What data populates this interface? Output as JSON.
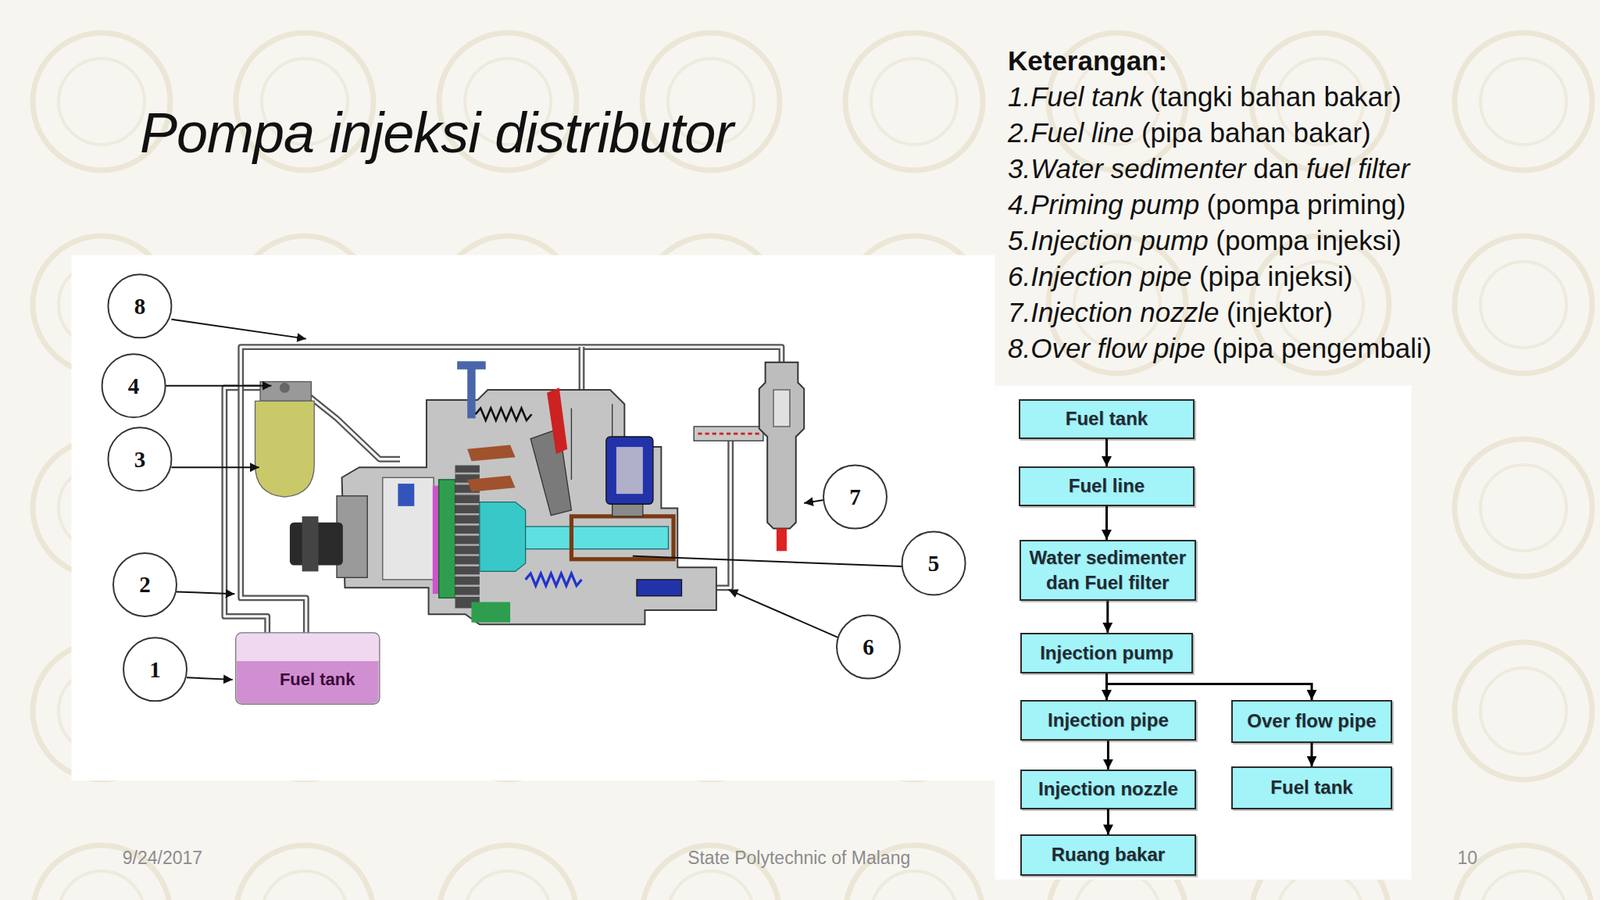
{
  "diagram": {
    "title": "Pompa injeksi distributor",
    "nodes": [
      {
        "text": [
          "Fuel tank"
        ]
      },
      {
        "text": [
          "Fuel line"
        ]
      },
      {
        "text": [
          "Water sedimenter dan Fuel filter"
        ]
      },
      {
        "text": [
          "Injection pump"
        ]
      },
      {
        "text": [
          "Injection pipe"
        ]
      },
      {
        "text": [
          "Over flow pipe"
        ]
      },
      {
        "text": [
          "Injection nozzle"
        ]
      },
      {
        "text": [
          "Fuel tank"
        ]
      },
      {
        "text": [
          "Ruang bakar"
        ]
      }
    ],
    "edges": [
      {
        "from": 0,
        "to": 1,
        "arrow": "to"
      },
      {
        "from": 1,
        "to": 2,
        "arrow": "to"
      },
      {
        "from": 2,
        "to": 3,
        "arrow": "to"
      },
      {
        "from": 3,
        "to": 4,
        "arrow": "to"
      },
      {
        "from": 3,
        "to": 5,
        "arrow": "to"
      },
      {
        "from": 4,
        "to": 6,
        "arrow": "to"
      },
      {
        "from": 6,
        "to": 8,
        "arrow": "to"
      },
      {
        "from": 5,
        "to": 7,
        "arrow": "to"
      }
    ],
    "labels": [
      "Keterangan:",
      "1.Fuel tank",
      "(tangki bahan bakar)",
      "2.Fuel line",
      "(pipa bahan bakar)",
      "3.Water sedimenter",
      "dan",
      "fuel filter",
      "4.Priming pump",
      "(pompa priming)",
      "5.Injection pump",
      "(pompa injeksi)",
      "6.Injection pipe",
      "(pipa injeksi)",
      "7.Injection nozzle",
      "(injektor)",
      "8.Over flow pipe",
      "(pipa pengembali)",
      "8",
      "4",
      "3",
      "2",
      "1",
      "7",
      "5",
      "6",
      "Fuel tank",
      "9/24/2017",
      "State Polytechnic of Malang",
      "10"
    ]
  }
}
